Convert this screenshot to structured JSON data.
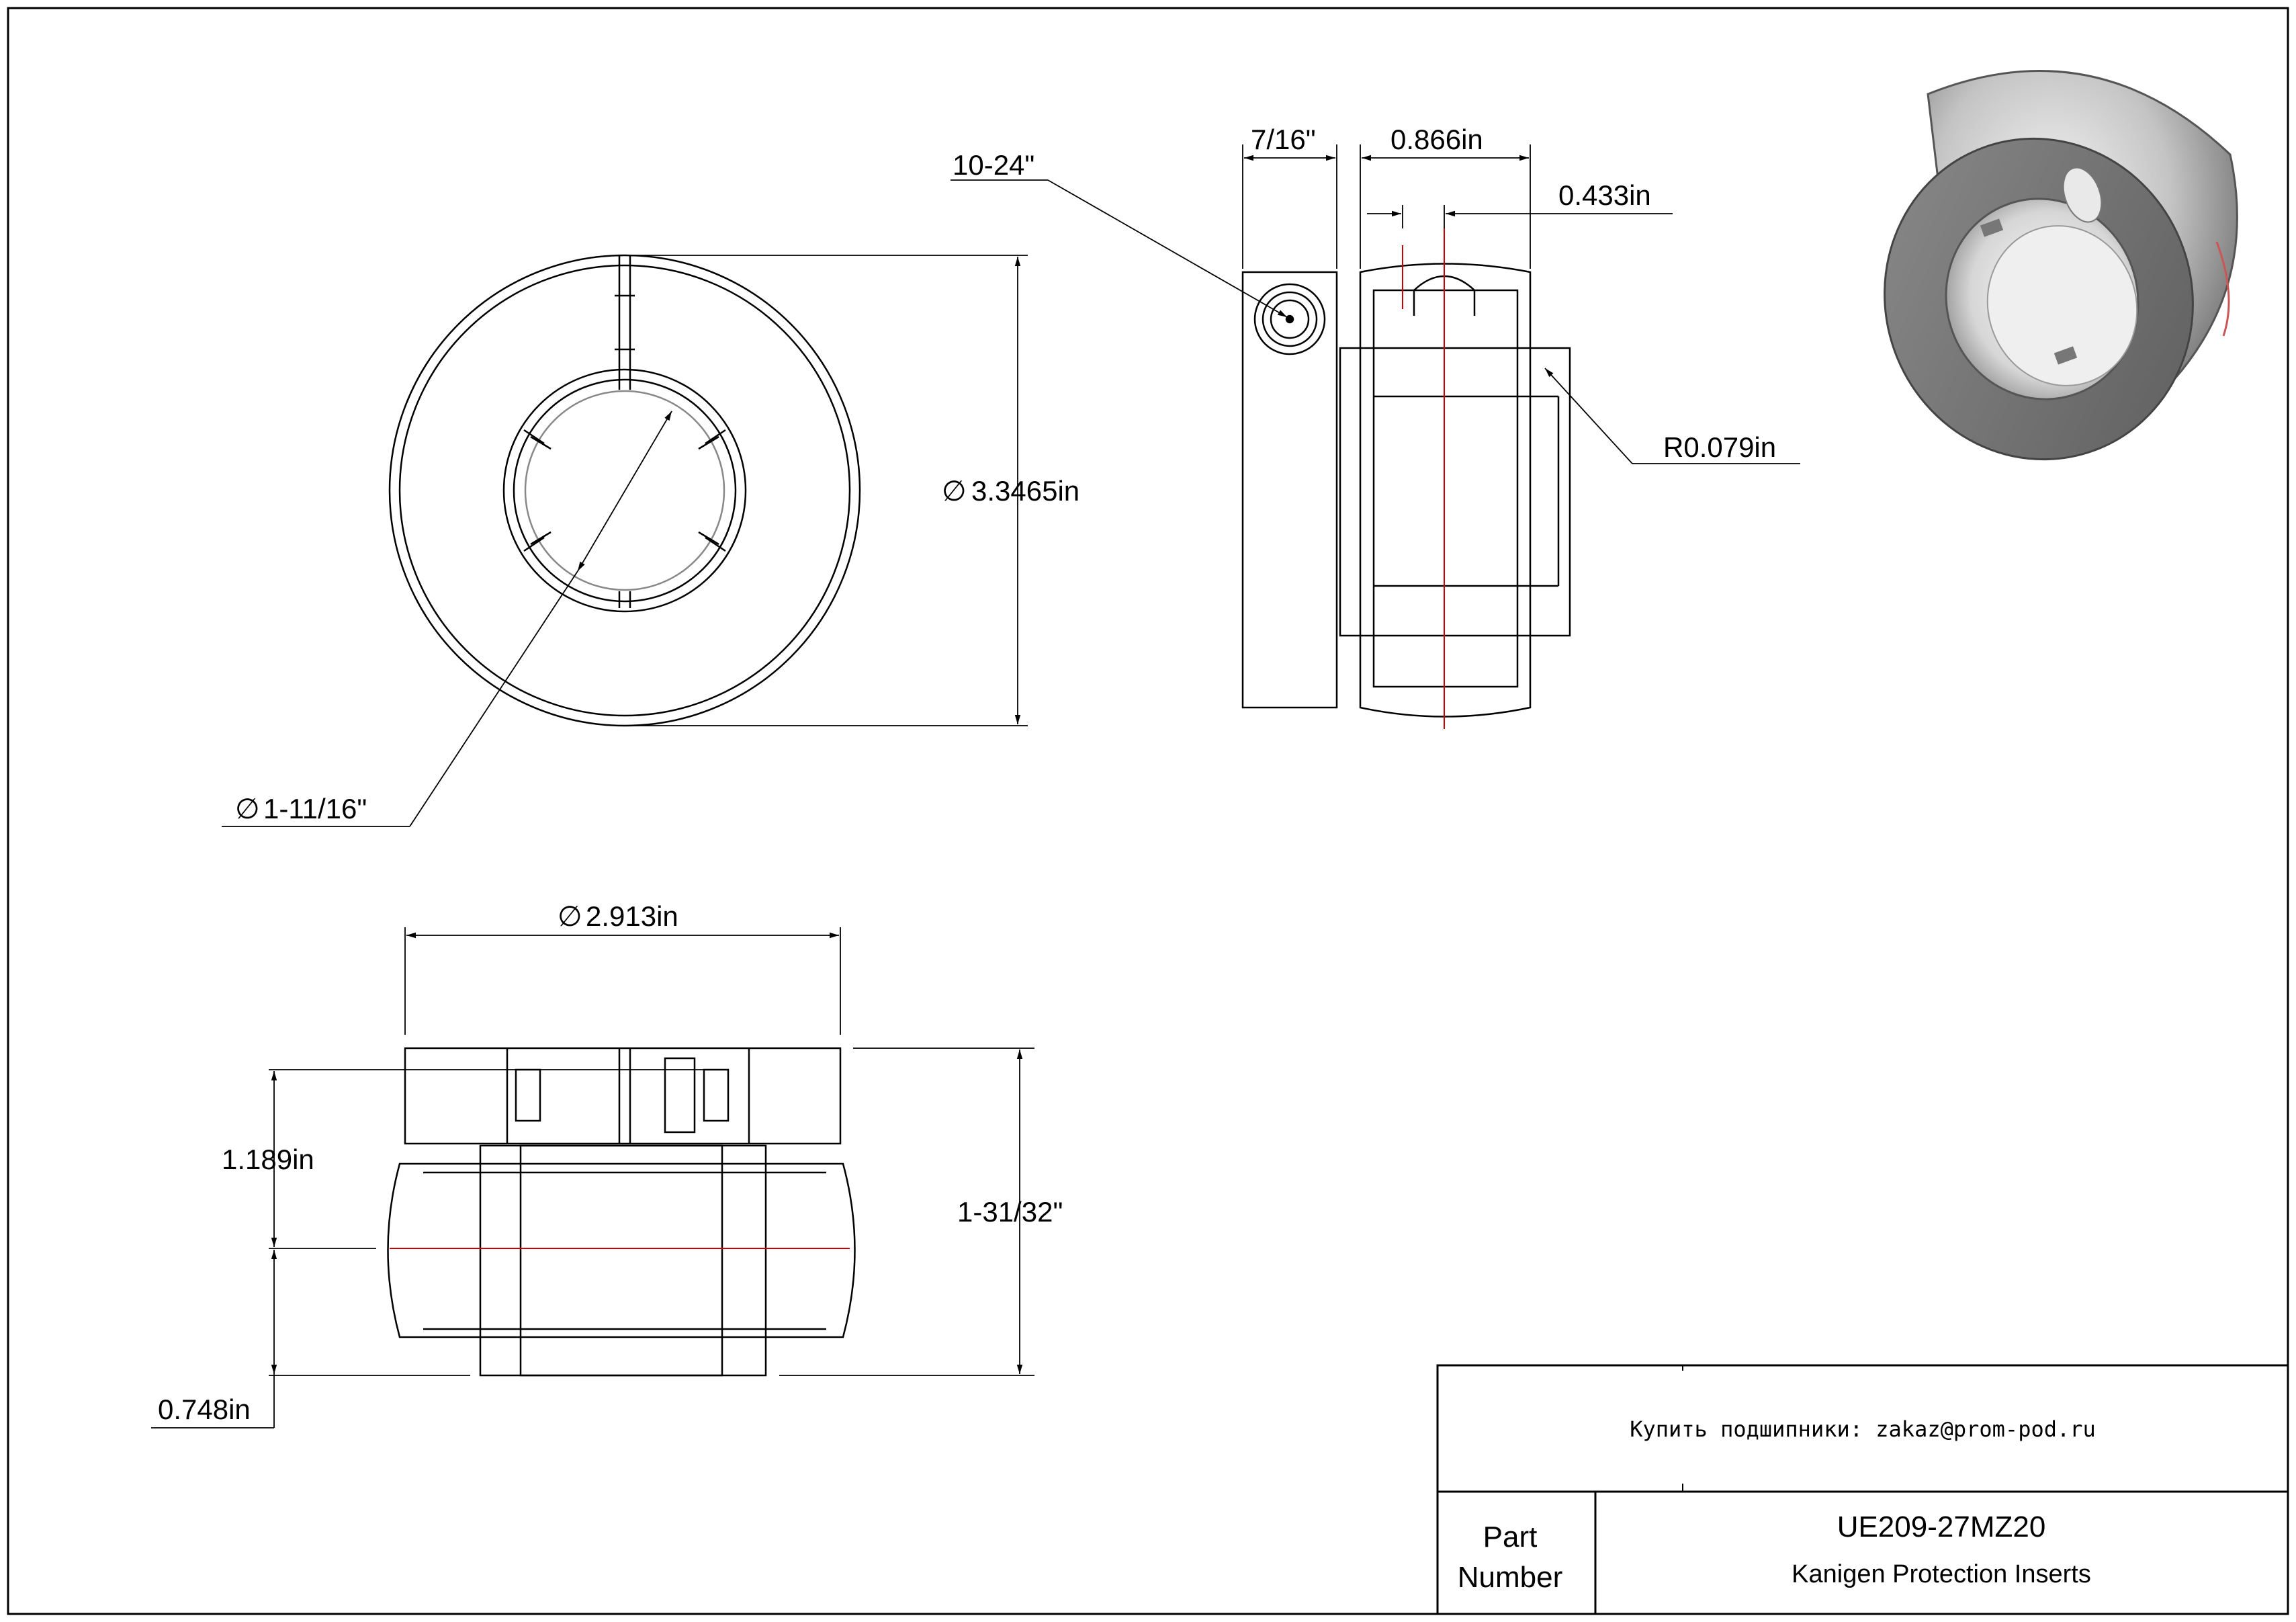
{
  "dimensions": {
    "outer_dia": "3.3465in",
    "bore_dia": "1-11/16\"",
    "thread": "10-24\"",
    "collar_width": "7/16\"",
    "inner_width": "0.866in",
    "half_width": "0.433in",
    "radius": "R0.079in",
    "collar_dia": "2.913in",
    "height_a": "1.189in",
    "height_total": "1-31/32\"",
    "offset": "0.748in"
  },
  "symbols": {
    "diameter": "∅"
  },
  "title_block": {
    "contact": "Купить подшипники: zakaz@prom-pod.ru",
    "part_label_1": "Part",
    "part_label_2": "Number",
    "part_number": "UE209-27MZ20",
    "description": "Kanigen Protection Inserts"
  },
  "colors": {
    "line": "#000000",
    "centerline": "#cc0000",
    "render_body": "#b8b8b8"
  }
}
